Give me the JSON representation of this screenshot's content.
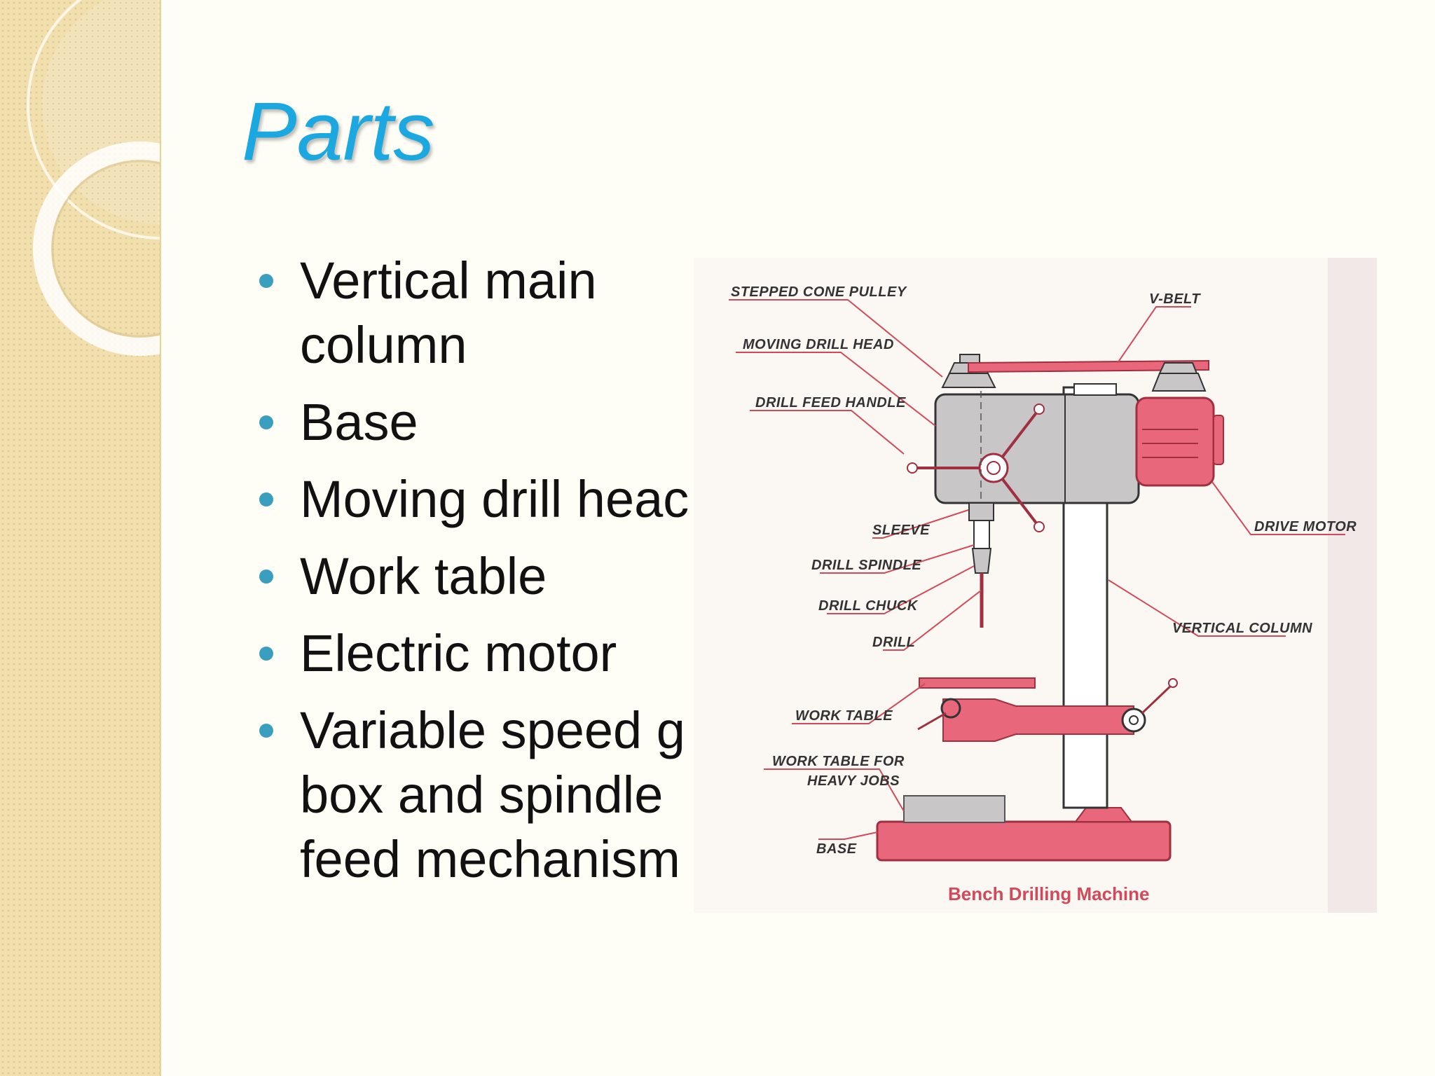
{
  "slide": {
    "title": "Parts",
    "bullets": [
      {
        "text": "Vertical main\ncolumn"
      },
      {
        "text": "Base"
      },
      {
        "text": "Moving drill heac"
      },
      {
        "text": "Work table"
      },
      {
        "text": "Electric motor"
      },
      {
        "text": "Variable speed g\nbox and spindle\nfeed mechanism"
      }
    ]
  },
  "figure": {
    "labels": {
      "stepped_cone_pulley": "STEPPED CONE PULLEY",
      "v_belt": "V-BELT",
      "moving_drill_head": "MOVING DRILL HEAD",
      "drill_feed_handle": "DRILL FEED HANDLE",
      "drive_motor": "DRIVE MOTOR",
      "sleeve": "SLEEVE",
      "drill_spindle": "DRILL SPINDLE",
      "drill_chuck": "DRILL CHUCK",
      "drill": "DRILL",
      "vertical_column": "VERTICAL COLUMN",
      "work_table": "WORK TABLE",
      "work_table_heavy_1": "WORK TABLE FOR",
      "work_table_heavy_2": "HEAVY JOBS",
      "base": "BASE"
    },
    "caption": "Bench Drilling Machine"
  },
  "colors": {
    "title": "#1ba7e0",
    "bullet_dot": "#3a9fbf",
    "machine_red": "#e8677a",
    "machine_gray": "#c8c6c6",
    "strip": "#f1dfae"
  }
}
